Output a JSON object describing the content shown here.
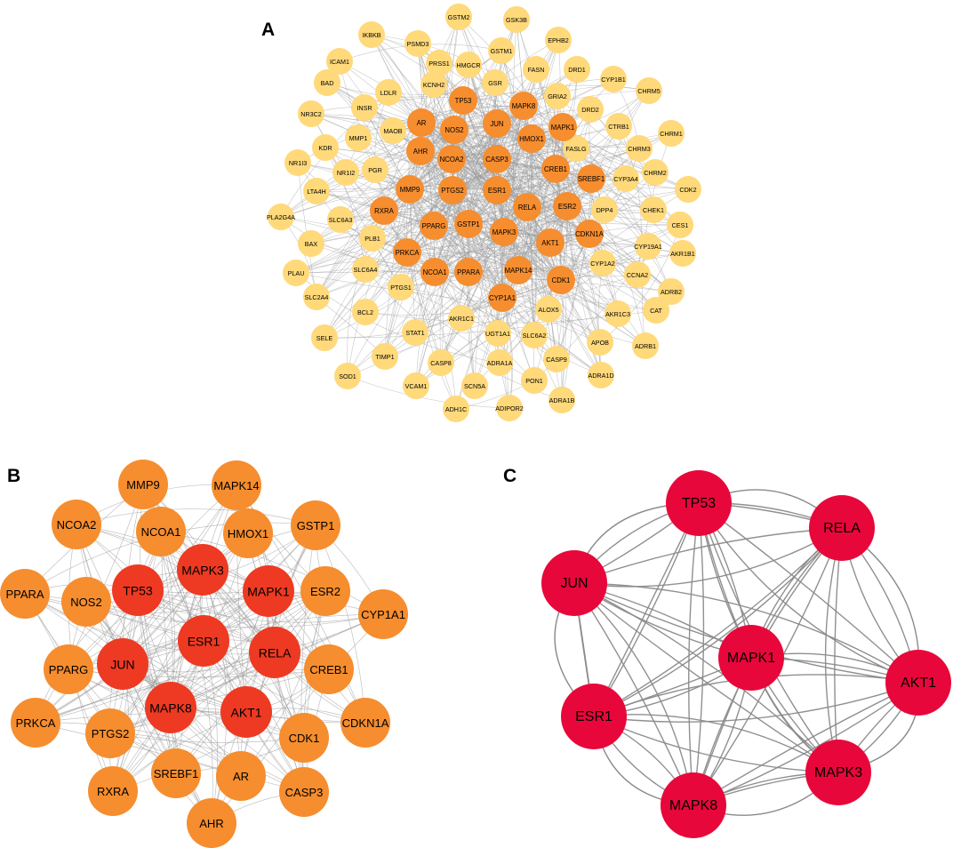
{
  "panels": {
    "A": {
      "letter": "A",
      "colors": {
        "hub": "#F68D2E",
        "peripheral": "#FFD97A",
        "edge": "#9A9A9A"
      },
      "hub_nodes": [
        "TP53",
        "MAPK8",
        "AR",
        "NOS2",
        "JUN",
        "MAPK1",
        "HMOX1",
        "AHR",
        "NCOA2",
        "CASP3",
        "CREB1",
        "SREBF1",
        "MMP9",
        "PTGS2",
        "ESR1",
        "RXRA",
        "RELA",
        "ESR2",
        "PPARG",
        "GSTP1",
        "MAPK3",
        "CDKN1A",
        "AKT1",
        "PRKCA",
        "NCOA1",
        "PPARA",
        "MAPK14",
        "CDK1",
        "CYP1A1"
      ],
      "peripheral_nodes": [
        "GSTM2",
        "GSK3B",
        "IKBKB",
        "PSMD3",
        "EPHB2",
        "GSTM1",
        "ICAM1",
        "PRSS1",
        "HMGCR",
        "FASN",
        "DRD1",
        "KCNH2",
        "CYP1B1",
        "BAD",
        "LDLR",
        "GSR",
        "GRIA2",
        "CHRM5",
        "INSR",
        "NR3C2",
        "MAOB",
        "DRD2",
        "MMP1",
        "CTRB1",
        "CHRM1",
        "KDR",
        "FASLG",
        "CHRM3",
        "NR1I3",
        "NR1I2",
        "PGR",
        "CHRM2",
        "CYP3A4",
        "CDK2",
        "LTA4H",
        "SLC6A3",
        "DPP4",
        "CHEK1",
        "CES1",
        "PLA2G4A",
        "BAX",
        "PLB1",
        "CYP19A1",
        "AKR1B1",
        "SLC6A4",
        "PLAU",
        "CYP1A2",
        "CCNA2",
        "PTGS1",
        "ADRB2",
        "SLC2A4",
        "BCL2",
        "AKR1C1",
        "ALOX5",
        "AKR1C3",
        "CAT",
        "STAT1",
        "UGT1A1",
        "SLC6A2",
        "SELE",
        "APOB",
        "ADRB1",
        "TIMP1",
        "CASP8",
        "ADRA1A",
        "CASP9",
        "SOD1",
        "VCAM1",
        "SCN5A",
        "PON1",
        "ADRA1D",
        "ADH1C",
        "ADIPOR2",
        "ADRA1B"
      ]
    },
    "B": {
      "letter": "B",
      "colors": {
        "core": "#EE3A22",
        "outer": "#F68D2E",
        "edge": "#9A9A9A"
      },
      "core_nodes": [
        "MAPK3",
        "TP53",
        "MAPK1",
        "ESR1",
        "JUN",
        "RELA",
        "MAPK8",
        "AKT1"
      ],
      "outer_nodes": [
        "MMP9",
        "MAPK14",
        "NCOA2",
        "NCOA1",
        "HMOX1",
        "GSTP1",
        "PPARA",
        "NOS2",
        "ESR2",
        "CYP1A1",
        "PPARG",
        "CREB1",
        "PRKCA",
        "PTGS2",
        "CDKN1A",
        "CDK1",
        "RXRA",
        "SREBF1",
        "AR",
        "CASP3",
        "AHR"
      ]
    },
    "C": {
      "letter": "C",
      "colors": {
        "node": "#E8073A",
        "edge": "#8A8A8A"
      },
      "nodes": [
        "TP53",
        "RELA",
        "JUN",
        "MAPK1",
        "AKT1",
        "ESR1",
        "MAPK3",
        "MAPK8"
      ]
    }
  }
}
